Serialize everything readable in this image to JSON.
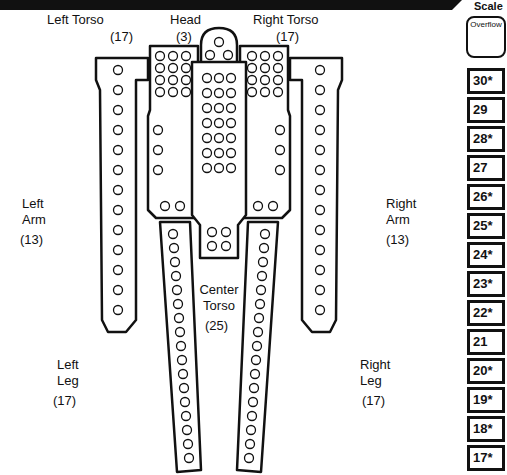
{
  "diagram": {
    "nodes": [
      {
        "text": [
          "Overflow"
        ]
      },
      {
        "text": [
          "30*"
        ]
      },
      {
        "text": [
          "29"
        ]
      },
      {
        "text": [
          "28*"
        ]
      },
      {
        "text": [
          "27"
        ]
      },
      {
        "text": [
          "26*"
        ]
      },
      {
        "text": [
          "25*"
        ]
      },
      {
        "text": [
          "24*"
        ]
      },
      {
        "text": [
          "23*"
        ]
      },
      {
        "text": [
          "22*"
        ]
      },
      {
        "text": [
          "21"
        ]
      },
      {
        "text": [
          "20*"
        ]
      },
      {
        "text": [
          "19*"
        ]
      },
      {
        "text": [
          "18*"
        ]
      },
      {
        "text": [
          "17*"
        ]
      }
    ],
    "labels": [
      "Scale",
      "Left Torso",
      "(17)",
      "Head",
      "(3)",
      "Right Torso",
      "(17)",
      "Left Arm",
      "(13)",
      "Right Arm",
      "(13)",
      "Center Torso",
      "(25)",
      "Left Leg",
      "(17)",
      "Right Leg",
      "(17)"
    ]
  }
}
